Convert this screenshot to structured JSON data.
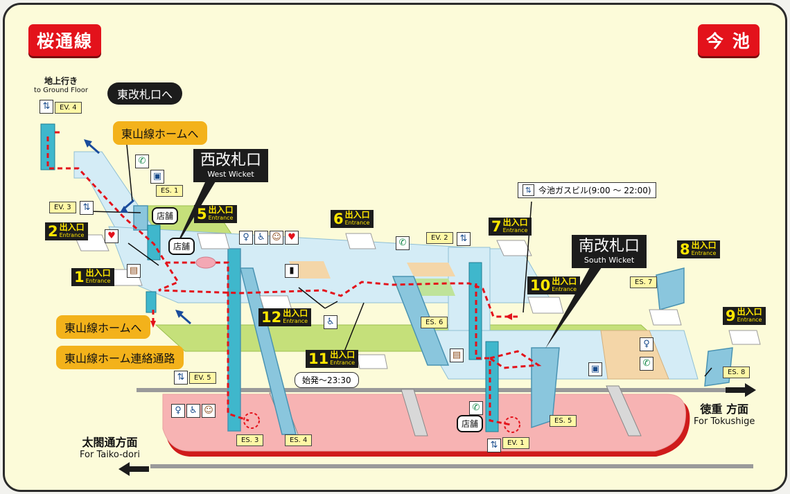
{
  "line_name": "桜通線",
  "station_name": "今 池",
  "ground_floor": {
    "jp": "地上行き",
    "en": "to Ground Floor",
    "ev": "EV. 4"
  },
  "east_wicket_link": "東改札口へ",
  "higashiyama_top": "東山線ホームへ",
  "higashiyama_left": "東山線ホームへ",
  "higashiyama_passage": "東山線ホーム連絡通路",
  "west_wicket": {
    "jp": "西改札口",
    "en": "West Wicket"
  },
  "south_wicket": {
    "jp": "南改札口",
    "en": "South Wicket"
  },
  "gas_building": "今池ガスビル(9:00 ～ 22:00)",
  "hours_note": "始発～23:30",
  "shop_label": "店舗",
  "exits": [
    {
      "num": "1",
      "jp": "出入口",
      "en": "Entrance"
    },
    {
      "num": "2",
      "jp": "出入口",
      "en": "Entrance"
    },
    {
      "num": "5",
      "jp": "出入口",
      "en": "Entrance"
    },
    {
      "num": "6",
      "jp": "出入口",
      "en": "Entrance"
    },
    {
      "num": "7",
      "jp": "出入口",
      "en": "Entrance"
    },
    {
      "num": "8",
      "jp": "出入口",
      "en": "Entrance"
    },
    {
      "num": "9",
      "jp": "出入口",
      "en": "Entrance"
    },
    {
      "num": "10",
      "jp": "出入口",
      "en": "Entrance"
    },
    {
      "num": "11",
      "jp": "出入口",
      "en": "Entrance"
    },
    {
      "num": "12",
      "jp": "出入口",
      "en": "Entrance"
    }
  ],
  "escalators": [
    "ES. 1",
    "ES. 3",
    "ES. 4",
    "ES. 5",
    "ES. 6",
    "ES. 7",
    "ES. 8"
  ],
  "elevators": [
    "EV. 1",
    "EV. 2",
    "EV. 3",
    "EV. 5"
  ],
  "direction_tokushige": {
    "jp": "徳重 方面",
    "en": "For Tokushige"
  },
  "direction_taiko": {
    "jp": "太閤通方面",
    "en": "For Taiko-dori"
  },
  "colors": {
    "platform": "#f7b3b3",
    "concourse": "#d4ecf6",
    "passage": "#c5e07a",
    "route": "#e3121b",
    "escalator": "#3fb7cc",
    "badge": "#e3121b"
  },
  "icons": [
    "elevator-icon",
    "phone-icon",
    "toilet-icon",
    "aed-icon",
    "ticket-machine-icon",
    "wheelchair-icon",
    "station-office-icon",
    "baby-icon"
  ]
}
